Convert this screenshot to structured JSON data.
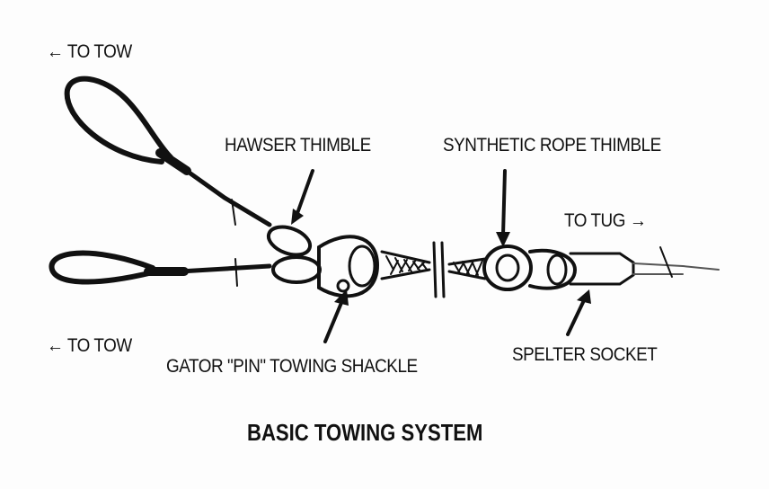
{
  "title": "BASIC TOWING SYSTEM",
  "labels": {
    "to_tow_top": "TO TOW",
    "to_tow_bottom": "TO TOW",
    "to_tug": "TO TUG",
    "hawser_thimble": "HAWSER THIMBLE",
    "synthetic_rope_thimble": "SYNTHETIC ROPE THIMBLE",
    "gator_pin_shackle": "GATOR \"PIN\" TOWING SHACKLE",
    "spelter_socket": "SPELTER SOCKET"
  }
}
